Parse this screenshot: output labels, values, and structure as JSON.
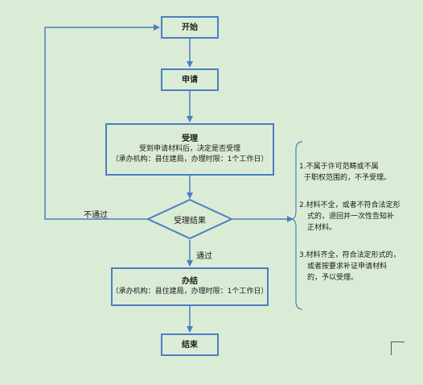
{
  "flowchart": {
    "start": "开始",
    "apply": "申请",
    "accept": {
      "title": "受理",
      "line1": "受到申请材料后，决定是否受理",
      "line2": "（承办机构：县住建局，办理时限：1个工作日）"
    },
    "decision": "受理结果",
    "fail_label": "不通过",
    "pass_label": "通过",
    "process": {
      "title": "办结",
      "line1": "（承办机构：县住建局，办理时限：1个工作日）"
    },
    "end": "结束"
  },
  "notes": [
    {
      "lines": [
        "1.不属于许可范畴或不属",
        "于职权范围的，不予受理。"
      ]
    },
    {
      "lines": [
        "2.材料不全，或者不符合法定形",
        "式的，退回并一次性告知补",
        "正材料。"
      ]
    },
    {
      "lines": [
        "3.材料齐全，符合法定形式的，",
        "或者按要求补证申请材料",
        "的，予以受理。"
      ]
    }
  ],
  "colors": {
    "background": "#dbecd6",
    "stroke": "#4a7fc0"
  }
}
